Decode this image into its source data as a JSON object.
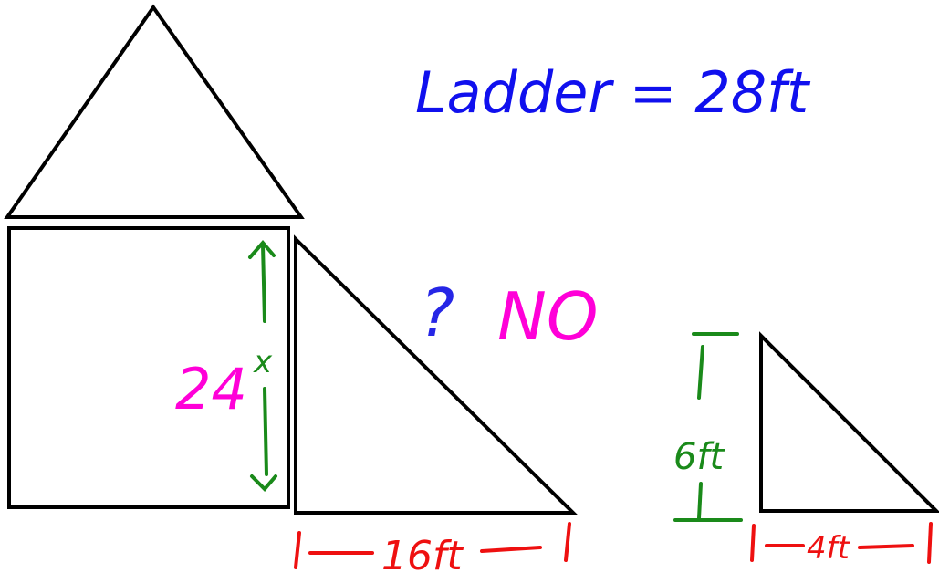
{
  "colors": {
    "ink": "#000000",
    "title": "#1010ee",
    "magenta": "#ff00d8",
    "green": "#1a8a1a",
    "red": "#ee1010",
    "question": "#2626e6",
    "background": "#ffffff"
  },
  "title_text": "Ladder = 28ft",
  "question_mark": "?",
  "answer": "NO",
  "big_triangle": {
    "height_label": "24",
    "height_var": "x",
    "base_label": "16ft"
  },
  "small_triangle": {
    "height_label": "6ft",
    "base_label": "4ft"
  }
}
